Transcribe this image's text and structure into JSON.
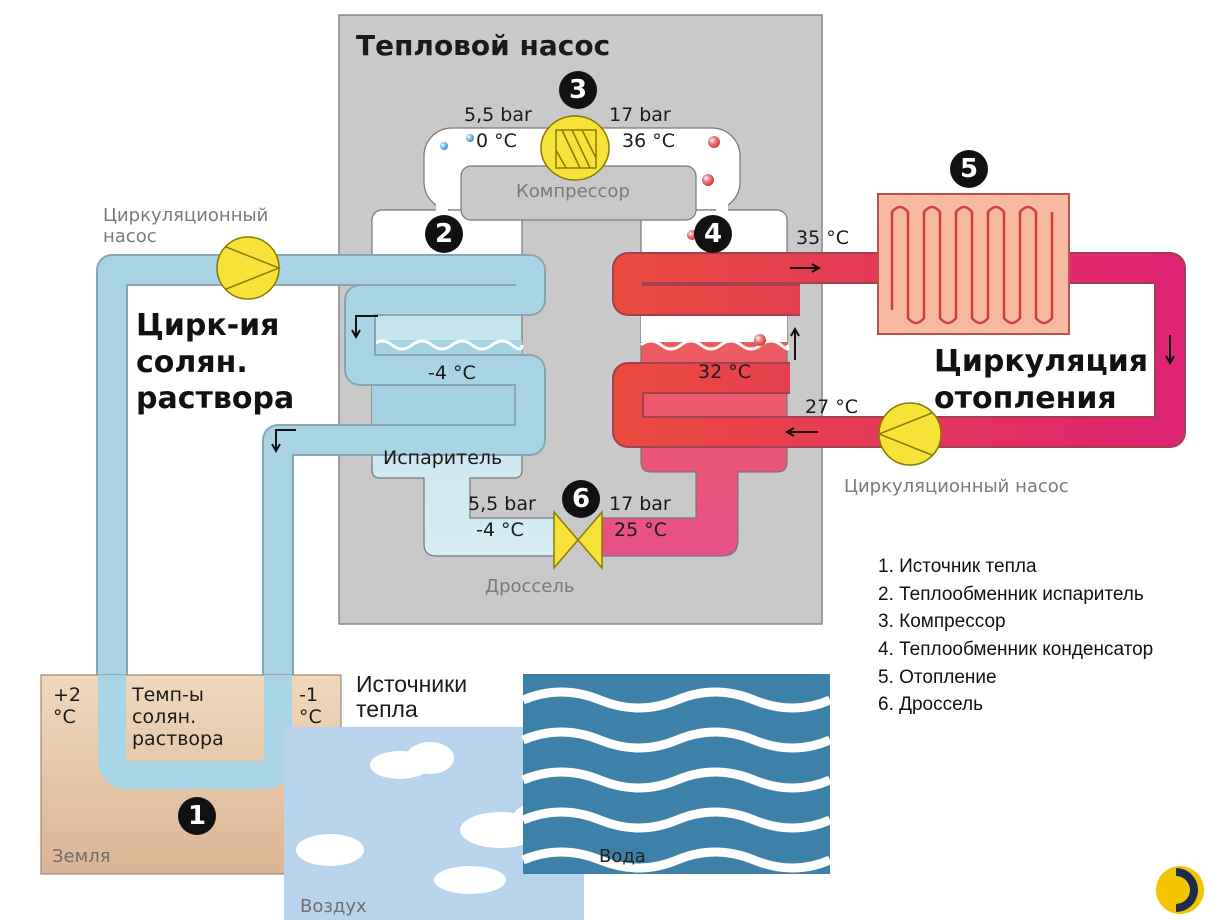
{
  "title": "Тепловой насос",
  "compressor": {
    "number": "3",
    "label": "Компрессор",
    "p_in": "5,5 bar",
    "t_in": "0 °C",
    "p_out": "17 bar",
    "t_out": "36 °C"
  },
  "evaporator": {
    "number": "2",
    "label": "Испаритель",
    "temp": "-4 °C"
  },
  "condenser": {
    "number": "4",
    "temp": "32 °C"
  },
  "heating": {
    "number": "5",
    "label": "Циркуляция отопления",
    "line1": "Циркуляция",
    "line2": "отопления",
    "t_supply": "35 °C",
    "t_return": "27 °C"
  },
  "throttle": {
    "number": "6",
    "label": "Дроссель",
    "p_in": "5,5 bar",
    "t_in": "-4 °C",
    "p_out": "17 bar",
    "t_out": "25 °C"
  },
  "brine": {
    "line1": "Цирк-ия",
    "line2": "солян.",
    "line3": "раствора"
  },
  "pump_left": {
    "line1": "Циркуляционный",
    "line2": "насос"
  },
  "pump_right": {
    "label": "Циркуляционный насос"
  },
  "source": {
    "number": "1",
    "temp_left": "+2",
    "temp_left_unit": "°C",
    "temp_right": "-1",
    "temp_right_unit": "°C",
    "brine_temp_1": "Темп-ы",
    "brine_temp_2": "солян.",
    "brine_temp_3": "раствора"
  },
  "heat_sources": {
    "title_1": "Источники",
    "title_2": "тепла",
    "earth": "Земля",
    "air": "Воздух",
    "water": "Вода"
  },
  "legend": [
    "1. Источник тепла",
    "2. Теплообменник испаритель",
    "3. Компрессор",
    "4. Теплообменник конденсатор",
    "5. Отопление",
    "6. Дроссель"
  ],
  "colors": {
    "pump_box": "#c9c9c9",
    "brine_pipe": "#a9d4e6",
    "hot_pipe": "#e64a45",
    "heating_pipe": "#e0206e",
    "pump": "#f7e23a",
    "radiator": "#f7b9a0",
    "earth": "#e8c8a8",
    "water": "#3d80a8",
    "sky": "#b8d4ec"
  }
}
